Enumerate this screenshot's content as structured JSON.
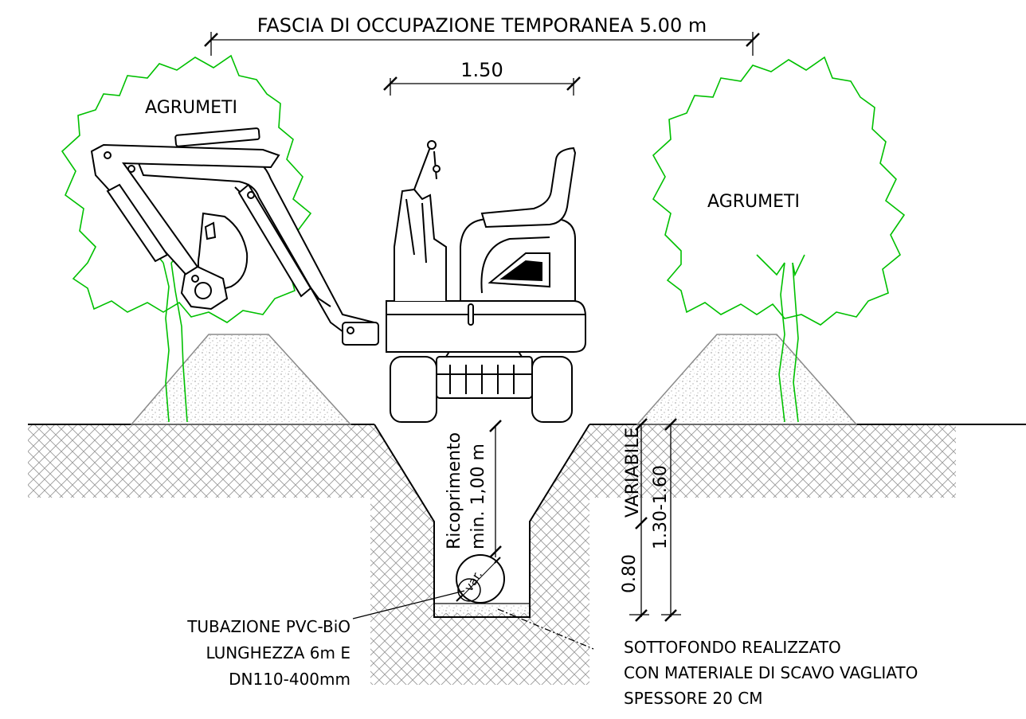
{
  "dimensions": {
    "total_width": "FASCIA DI OCCUPAZIONE TEMPORANEA 5.00 m",
    "machine_width": "1.50",
    "cover": "Ricoprimento",
    "cover_min": "min. 1,00 m",
    "variable": "VARIABILE",
    "depth_range": "1.30-1.60",
    "trench_width": "0.80",
    "pipe_var": "var."
  },
  "trees": {
    "left_label": "AGRUMETI",
    "right_label": "AGRUMETI"
  },
  "pipe_note": {
    "line1": "TUBAZIONE PVC-BiO",
    "line2": "LUNGHEZZA 6m E",
    "line3": "DN110-400mm"
  },
  "bedding_note": {
    "line1": "SOTTOFONDO REALIZZATO",
    "line2": "CON MATERIALE DI SCAVO VAGLIATO",
    "line3": "SPESSORE 20 CM"
  },
  "colors": {
    "line": "#000000",
    "tree": "#00c000",
    "hatch": "#9a9a9a",
    "soil_dots": "#8a8a8a"
  }
}
